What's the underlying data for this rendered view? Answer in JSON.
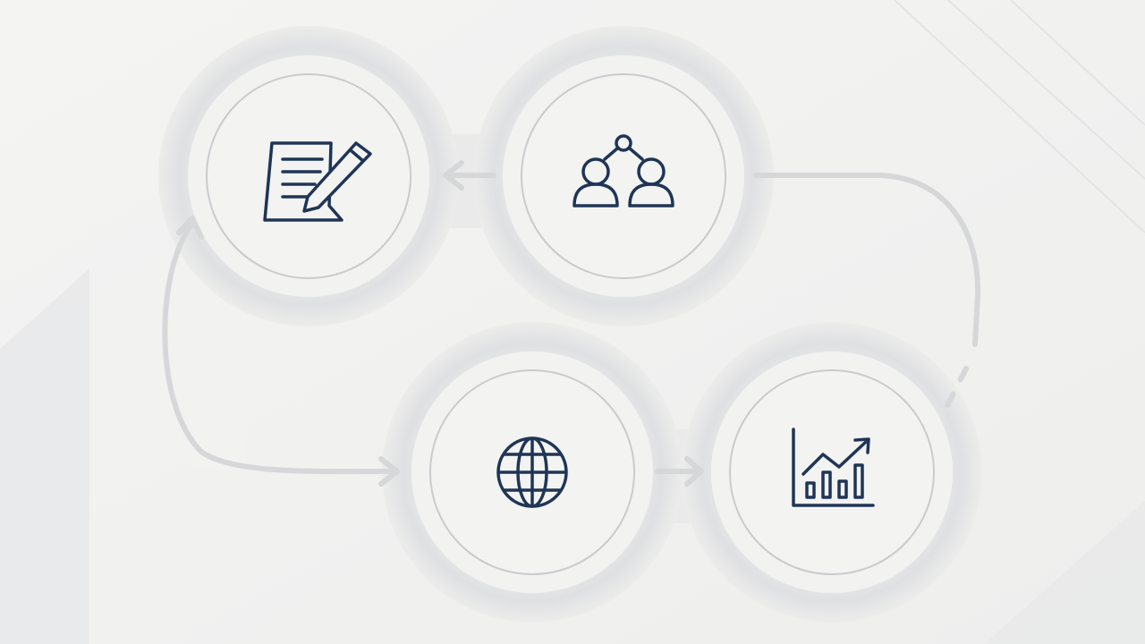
{
  "diagram": {
    "type": "process-cycle",
    "steps": [
      {
        "id": "document",
        "icon": "document-pen-icon"
      },
      {
        "id": "collaboration",
        "icon": "two-people-network-icon"
      },
      {
        "id": "global",
        "icon": "globe-icon"
      },
      {
        "id": "growth",
        "icon": "bar-chart-growth-icon"
      }
    ],
    "flow": [
      "collaboration",
      "document",
      "global",
      "growth",
      "collaboration"
    ]
  },
  "colors": {
    "background": "#f1f1f0",
    "ring_outer": "#e4e5e6",
    "ring_inner": "#f5f5f4",
    "circle_stroke": "#c9cbcd",
    "icon": "#1f3556",
    "connector": "#d9dadb"
  }
}
